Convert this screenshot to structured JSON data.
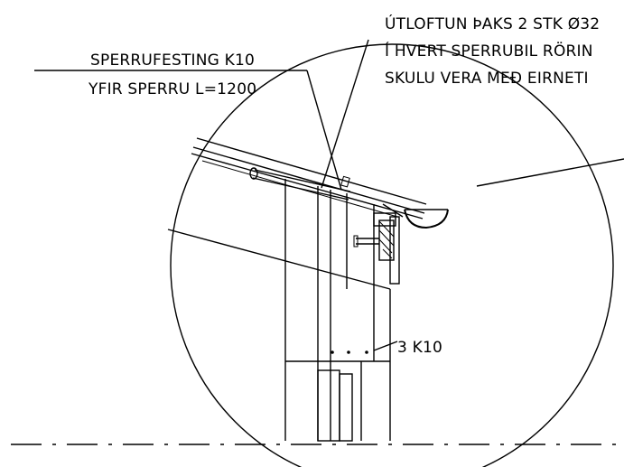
{
  "annotations": {
    "ventilation_note": {
      "line1": "ÚTLOFTUN ÞAKS 2 STK Ø32",
      "line2": "Í HVERT SPERRUBIL RÖRIN",
      "line3": "SKULU VERA MEÐ EIRNETI"
    },
    "rafter_fixing": {
      "line1": "SPERRUFESTING K10",
      "line2": "YFIR SPERRU L=1200"
    },
    "nails": {
      "label": "3 K10"
    }
  }
}
